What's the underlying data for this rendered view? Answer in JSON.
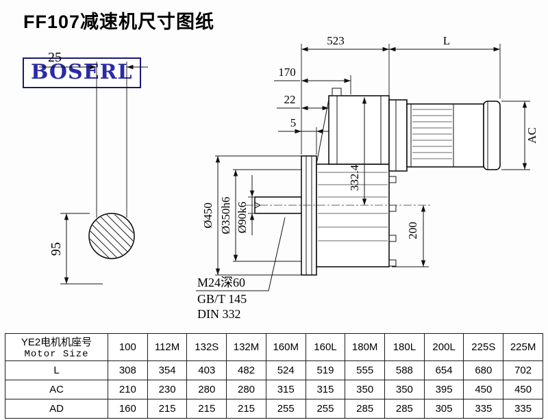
{
  "title": "FF107减速机尺寸图纸",
  "logo": "BOSERL",
  "drawing": {
    "dim_523": "523",
    "dim_L": "L",
    "dim_170": "170",
    "dim_22": "22",
    "dim_5": "5",
    "dim_AC": "AC",
    "dim_25": "25",
    "dim_95": "95",
    "dia_450": "Ø450",
    "dia_350": "Ø350h6",
    "dia_90": "Ø90k6",
    "dim_332": "332.4",
    "dim_200": "200",
    "thread_note": "M24深60",
    "std_note1": "GB/T 145",
    "std_note2": "DIN 332"
  },
  "table": {
    "header_cn": "YE2电机机座号",
    "header_en": "Motor Size",
    "columns": [
      "100",
      "112M",
      "132S",
      "132M",
      "160M",
      "160L",
      "180M",
      "180L",
      "200L",
      "225S",
      "225M"
    ],
    "rows": [
      {
        "label": "L",
        "values": [
          "308",
          "354",
          "403",
          "482",
          "524",
          "519",
          "555",
          "588",
          "654",
          "680",
          "702"
        ]
      },
      {
        "label": "AC",
        "values": [
          "210",
          "230",
          "280",
          "280",
          "315",
          "315",
          "350",
          "350",
          "395",
          "450",
          "450"
        ]
      },
      {
        "label": "AD",
        "values": [
          "160",
          "215",
          "215",
          "215",
          "255",
          "255",
          "285",
          "285",
          "305",
          "335",
          "335"
        ]
      }
    ]
  }
}
